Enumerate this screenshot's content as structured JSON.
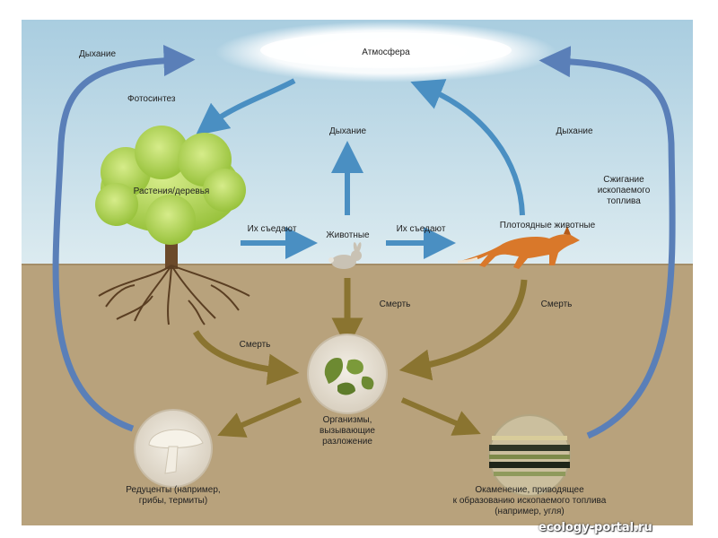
{
  "diagram": {
    "labels": {
      "atmosphere": "Атмосфера",
      "respiration_left": "Дыхание",
      "photosynthesis": "Фотосинтез",
      "respiration_center": "Дыхание",
      "respiration_right": "Дыхание",
      "fossil_burning": "Сжигание\nископаемого\nтоплива",
      "plants": "Растения/деревья",
      "eaten_1": "Их съедают",
      "animals": "Животные",
      "eaten_2": "Их съедают",
      "carnivores": "Плотоядные животные",
      "death_left": "Смерть",
      "death_center": "Смерть",
      "death_right": "Смерть",
      "decomposers_org": "Организмы,\nвызывающие\nразложение",
      "reducers": "Редуценты (например,\nгрибы, термиты)",
      "fossilization": "Окаменение, приводящее\nк образованию ископаемого топлива\n(например, угля)"
    },
    "watermark": "ecology-portal.ru",
    "colors": {
      "sky_top": "#a9cde0",
      "sky_bottom": "#dbe9ef",
      "soil": "#b8a27c",
      "atmosphere_arrow": "#4a8fc2",
      "outer_loop": "#5a7fb8",
      "death_arrow": "#8a7430",
      "tree_crown": "#a8d04a",
      "fox": "#d9782a"
    }
  }
}
